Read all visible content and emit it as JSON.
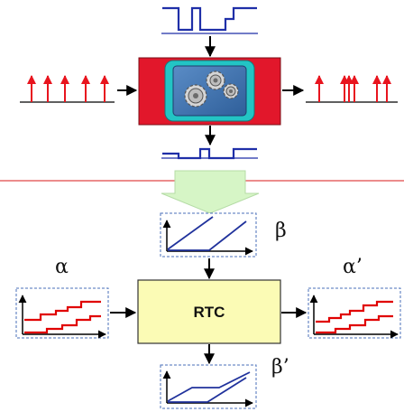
{
  "labels": {
    "beta": "β",
    "alpha": "α",
    "alpha_prime": "α’",
    "beta_prime": "β’",
    "rtc": "RTC"
  },
  "colors": {
    "signal_blue": "#1f2fa8",
    "event_red": "#e8141e",
    "processor_box": "#e2172b",
    "screen_teal": "#23c4c4",
    "screen_inner": "#4b79b4",
    "divider_line": "#e04848",
    "transform_arrow": "#d6f5c6",
    "rtc_box": "#fbfbb5",
    "curve_blue": "#20329c",
    "staircase_red": "#e00000",
    "panel_dash": "#4a6fb8"
  },
  "icons": [
    "gear-icon",
    "arrow-icon"
  ]
}
